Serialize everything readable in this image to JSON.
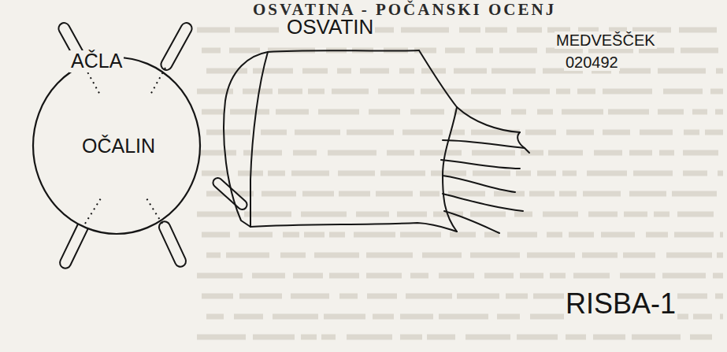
{
  "diagram": {
    "title": "OSVATINA - POČANSKI OCENJ",
    "nodes": [
      {
        "text": [
          "AČLA",
          "OČALIN"
        ]
      },
      {
        "text": [
          "OSVATIN"
        ]
      }
    ],
    "labels": [
      "MEDVEŠČEK",
      "020492",
      "RISBA-1"
    ]
  }
}
